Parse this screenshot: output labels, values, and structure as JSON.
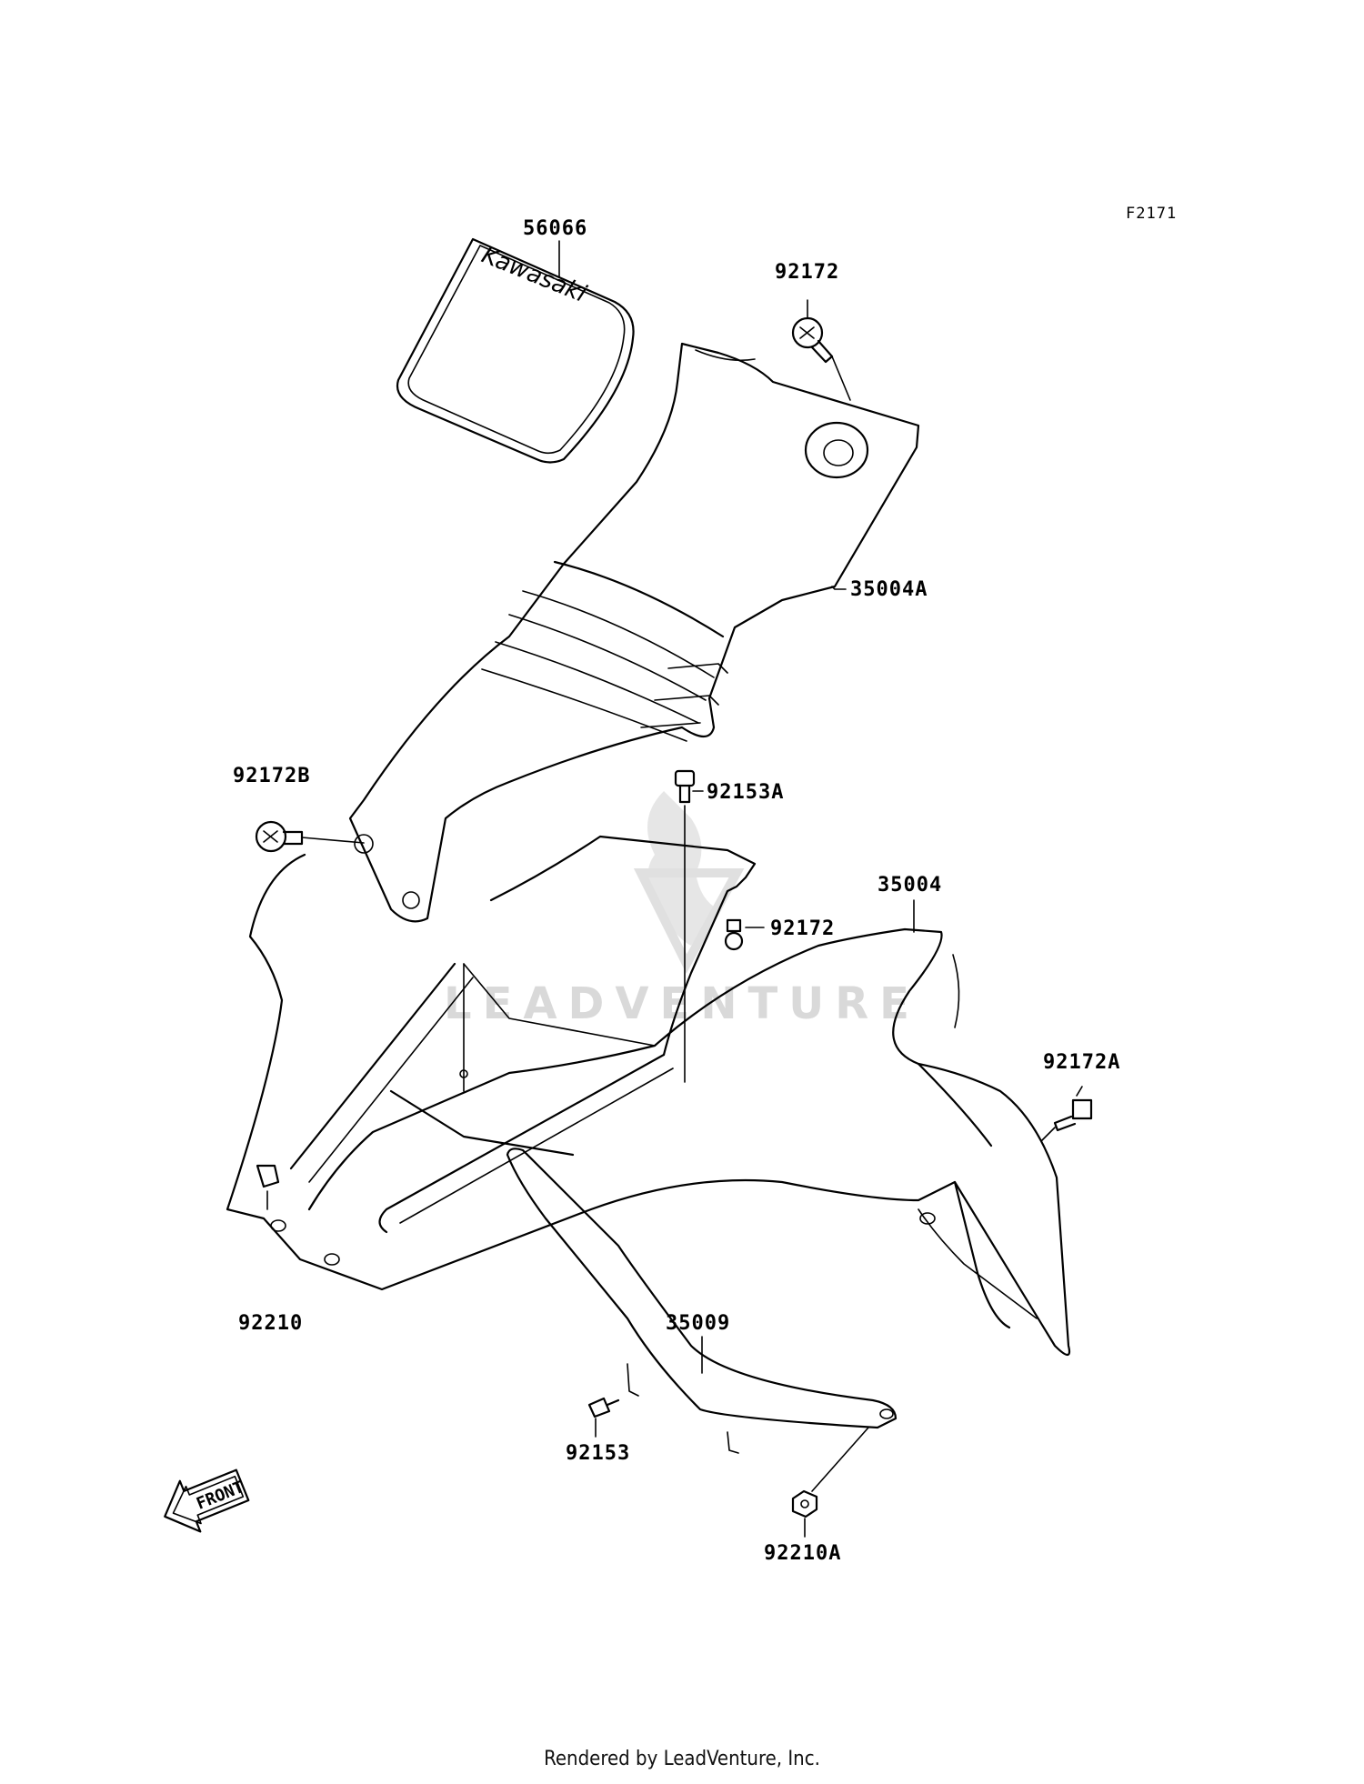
{
  "figure_id": "F2171",
  "parts": [
    {
      "id": "56066"
    },
    {
      "id": "92172"
    },
    {
      "id": "35004A"
    },
    {
      "id": "92172B"
    },
    {
      "id": "92153A"
    },
    {
      "id": "35004"
    },
    {
      "id": "92172"
    },
    {
      "id": "92172A"
    },
    {
      "id": "92210"
    },
    {
      "id": "35009"
    },
    {
      "id": "92153"
    },
    {
      "id": "92210A"
    }
  ],
  "decal_text": "Kawasaki",
  "watermark": "LEADVENTURE",
  "front_arrow_label": "FRONT",
  "footer": "Rendered by LeadVenture, Inc."
}
